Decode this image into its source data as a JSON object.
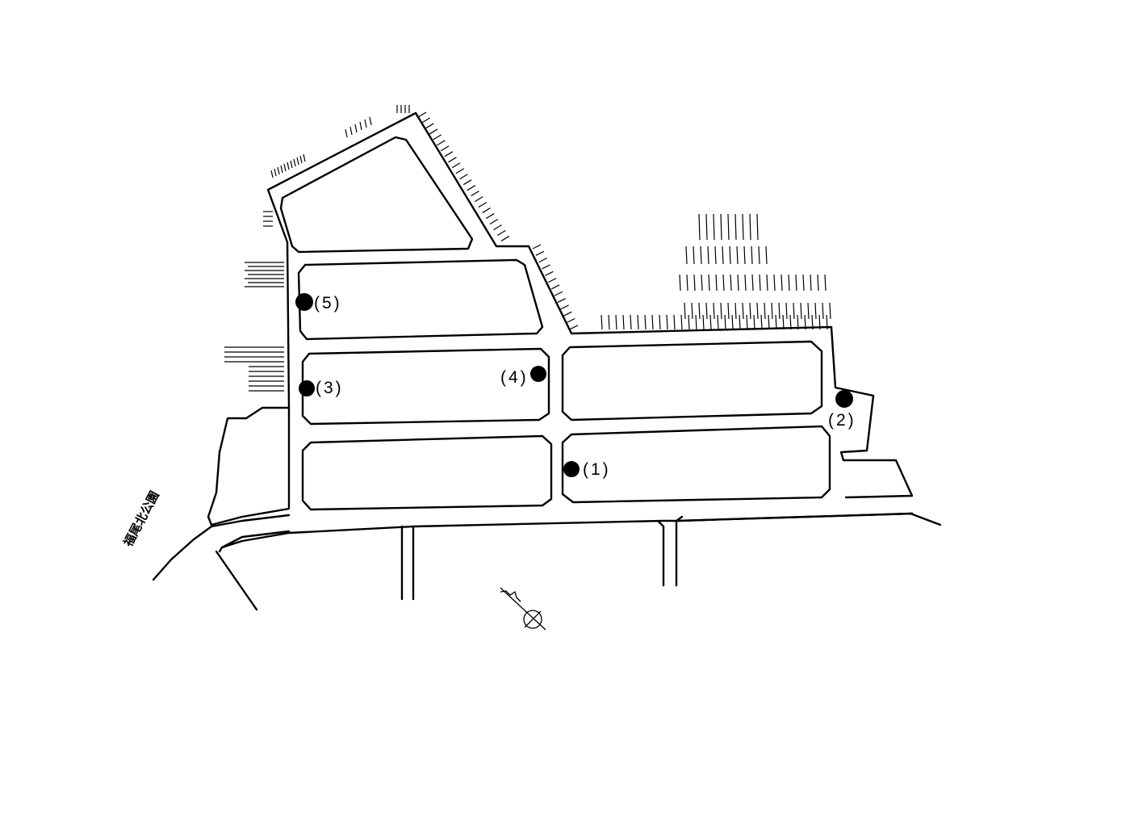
{
  "park_label": "福尾北公園",
  "markers": [
    {
      "id": "1",
      "label": "(1)"
    },
    {
      "id": "2",
      "label": "(2)"
    },
    {
      "id": "3",
      "label": "(3)"
    },
    {
      "id": "4",
      "label": "(4)"
    },
    {
      "id": "5",
      "label": "(5)"
    }
  ],
  "north_symbol": "north-arrow-icon",
  "colors": {
    "ink": "#000000",
    "paper": "#ffffff"
  }
}
